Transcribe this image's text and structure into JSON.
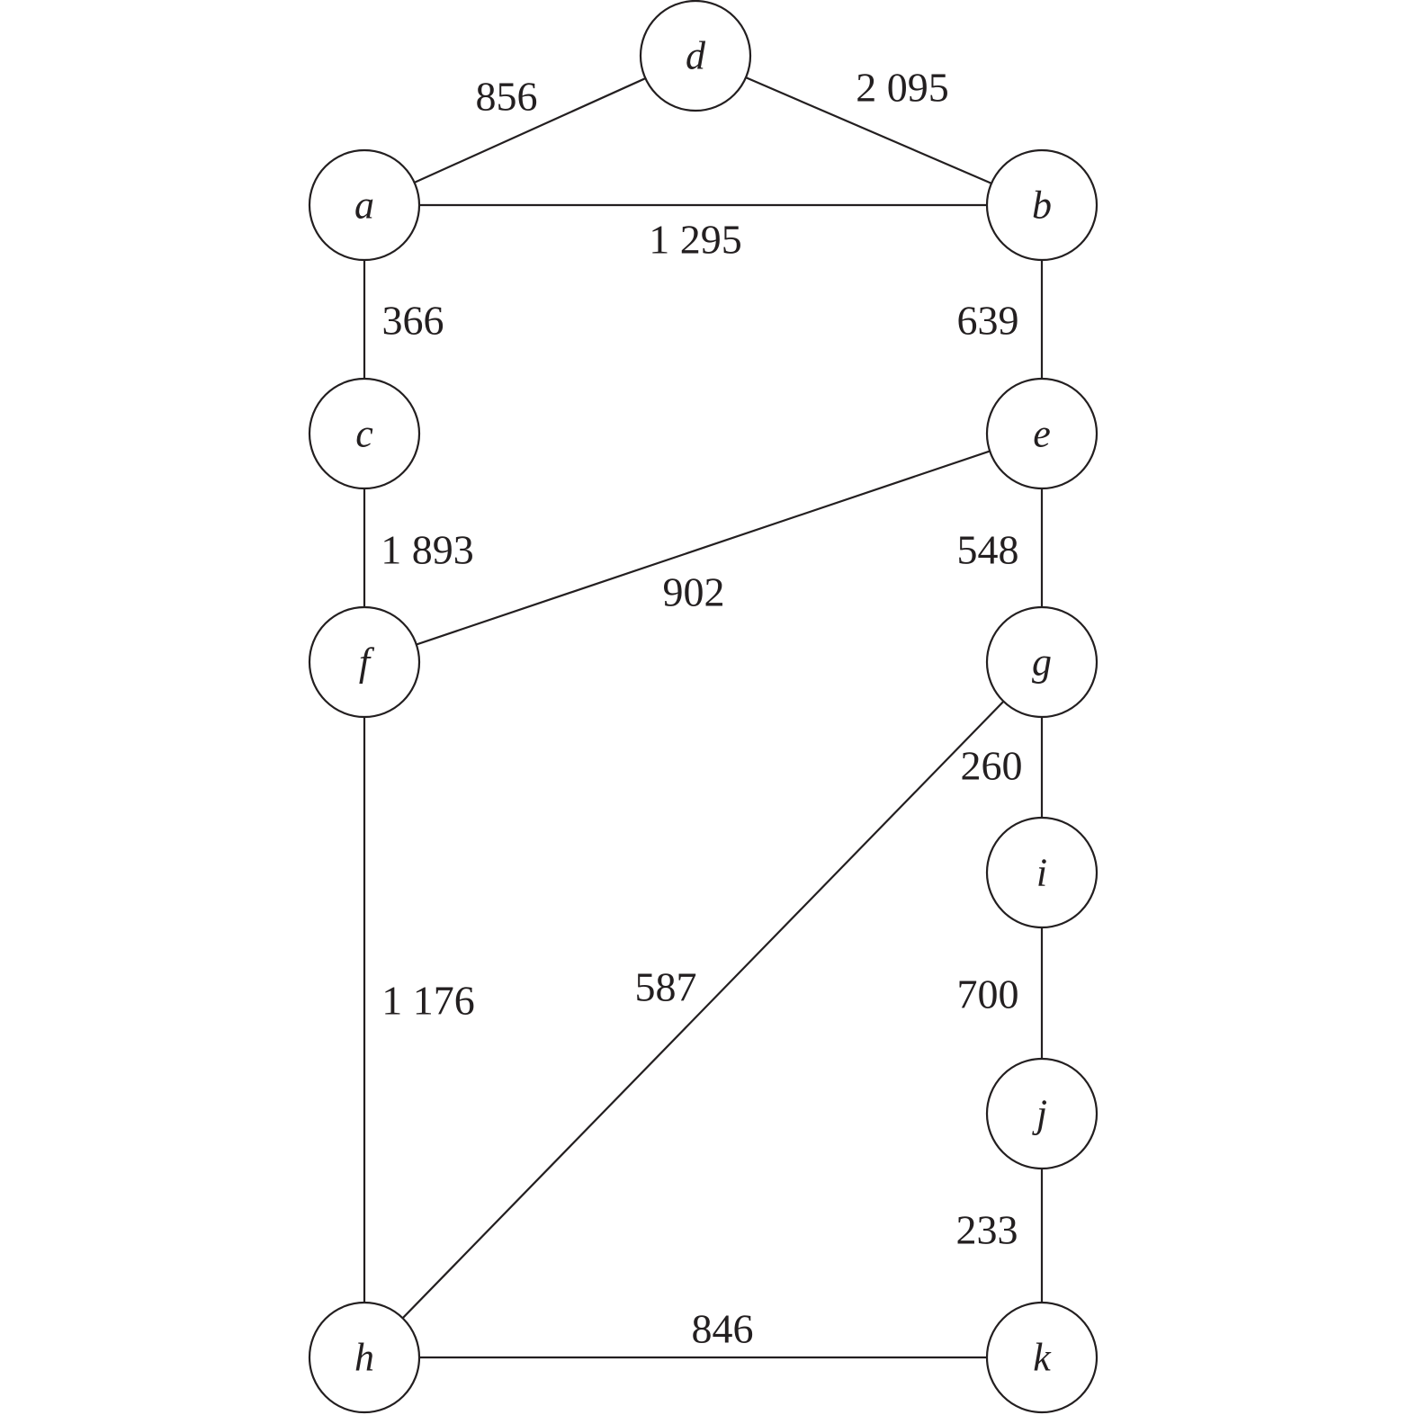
{
  "graph": {
    "nodes": [
      {
        "id": "d",
        "label": "d"
      },
      {
        "id": "a",
        "label": "a"
      },
      {
        "id": "b",
        "label": "b"
      },
      {
        "id": "c",
        "label": "c"
      },
      {
        "id": "e",
        "label": "e"
      },
      {
        "id": "f",
        "label": "f"
      },
      {
        "id": "g",
        "label": "g"
      },
      {
        "id": "i",
        "label": "i"
      },
      {
        "id": "j",
        "label": "j"
      },
      {
        "id": "h",
        "label": "h"
      },
      {
        "id": "k",
        "label": "k"
      }
    ],
    "edges": [
      {
        "from": "a",
        "to": "d",
        "weight": "856"
      },
      {
        "from": "d",
        "to": "b",
        "weight": "2 095"
      },
      {
        "from": "a",
        "to": "b",
        "weight": "1 295"
      },
      {
        "from": "a",
        "to": "c",
        "weight": "366"
      },
      {
        "from": "b",
        "to": "e",
        "weight": "639"
      },
      {
        "from": "c",
        "to": "f",
        "weight": "1 893"
      },
      {
        "from": "f",
        "to": "e",
        "weight": "902"
      },
      {
        "from": "e",
        "to": "g",
        "weight": "548"
      },
      {
        "from": "f",
        "to": "h",
        "weight": "1 176"
      },
      {
        "from": "g",
        "to": "h",
        "weight": "587"
      },
      {
        "from": "g",
        "to": "i",
        "weight": "260"
      },
      {
        "from": "i",
        "to": "j",
        "weight": "700"
      },
      {
        "from": "j",
        "to": "k",
        "weight": "233"
      },
      {
        "from": "h",
        "to": "k",
        "weight": "846"
      }
    ]
  }
}
